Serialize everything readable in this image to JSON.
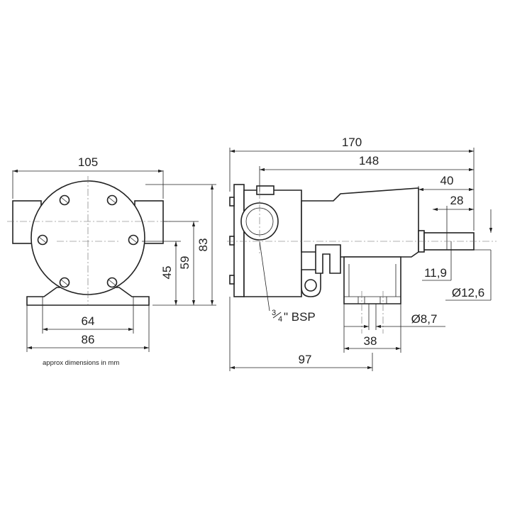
{
  "front_view": {
    "width_overall": "105",
    "height_overall": "83",
    "height_outlet": "59",
    "height_shaft": "45",
    "foot_inner": "64",
    "foot_outer": "86"
  },
  "side_view": {
    "length_overall": "170",
    "length_body": "148",
    "shaft_length": "40",
    "shaft_key": "28",
    "shaft_flat": "11,9",
    "shaft_diameter": "Ø12,6",
    "mount_hole": "Ø8,7",
    "foot_width": "38",
    "foot_position": "97",
    "port_fraction_num": "3",
    "port_fraction_den": "4",
    "port_label": "\" BSP"
  },
  "note": "approx dimensions in mm"
}
